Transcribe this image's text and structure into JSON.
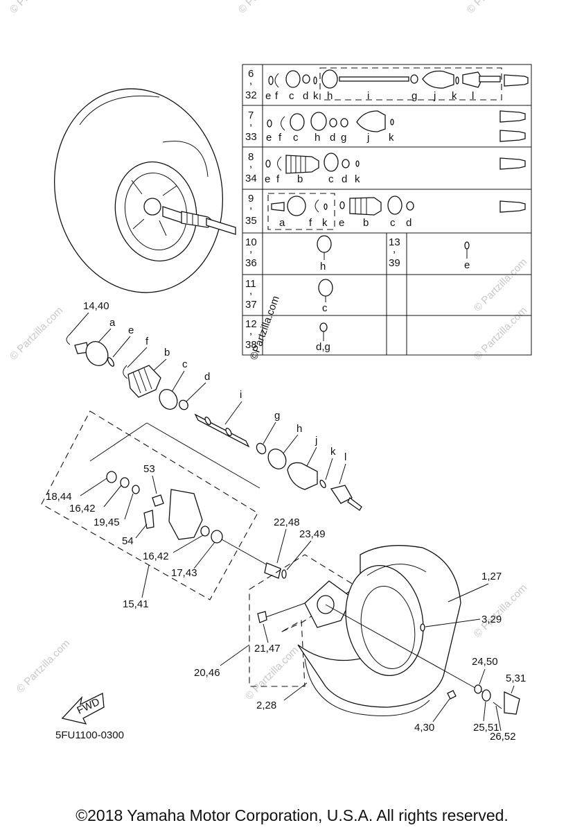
{
  "watermark": "© Partzilla.com",
  "tire_labels": {
    "rim_tire": "1,27",
    "valve": "3,29",
    "tire": "2,28",
    "hub": "20,46",
    "bolt": "21,47",
    "nut": "4,30",
    "washer": "24,50",
    "nut2": "25,51",
    "pin": "26,52",
    "cap": "5,31"
  },
  "knuckle_labels": {
    "seal_a": "18,44",
    "bearing_a": "16,42",
    "collar": "19,45",
    "nut": "53",
    "bolt": "54",
    "bearing_b": "16,42",
    "seal_b": "17,43",
    "knuckle": "15,41",
    "spacer": "22,48",
    "oring": "23,49"
  },
  "shaft_labels": {
    "clip": "14,40",
    "a": "a",
    "e": "e",
    "f": "f",
    "b": "b",
    "c": "c",
    "d": "d",
    "i": "i",
    "g": "g",
    "h": "h",
    "j": "j",
    "k": "k",
    "l": "l"
  },
  "table": {
    "rows": [
      {
        "num_top": "6",
        "sep": ",",
        "num_bot": "32",
        "letters": [
          "e",
          "f",
          "c",
          "d",
          "k",
          "h",
          "i",
          "g",
          "j",
          "k",
          "l"
        ]
      },
      {
        "num_top": "7",
        "sep": ",",
        "num_bot": "33",
        "letters": [
          "e",
          "f",
          "c",
          "h",
          "d",
          "g",
          "j",
          "k"
        ]
      },
      {
        "num_top": "8",
        "sep": ",",
        "num_bot": "34",
        "letters": [
          "e",
          "f",
          "b",
          "c",
          "d",
          "k"
        ]
      },
      {
        "num_top": "9",
        "sep": ",",
        "num_bot": "35",
        "letters": [
          "a",
          "f",
          "k",
          "e",
          "b",
          "c",
          "d"
        ]
      }
    ],
    "single": [
      {
        "num_top": "10",
        "sep": ",",
        "num_bot": "36",
        "letter": "h"
      },
      {
        "num_top": "11",
        "sep": ",",
        "num_bot": "37",
        "letter": "c"
      },
      {
        "num_top": "12",
        "sep": ",",
        "num_bot": "38",
        "letter": "d,g"
      },
      {
        "num_top": "13",
        "sep": ",",
        "num_bot": "39",
        "letter": "e"
      }
    ]
  },
  "fwd_label": "FWD",
  "diagram_code": "5FU1100-0300",
  "copyright": "©2018 Yamaha Motor Corporation, U.S.A. All rights reserved.",
  "diagonal_watermark": "©Partzilla.com"
}
